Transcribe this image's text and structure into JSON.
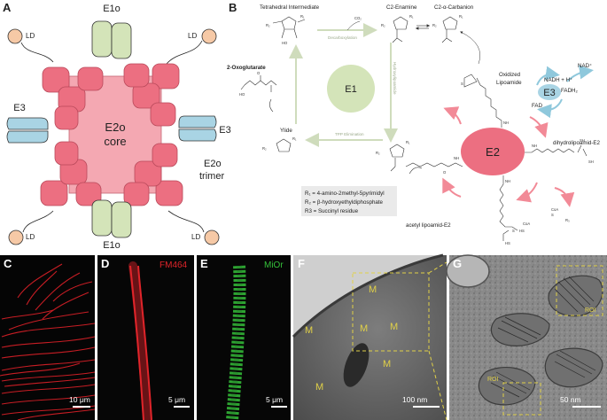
{
  "panels": {
    "a": {
      "letter": "A",
      "core_label_1": "E2o",
      "core_label_2": "core",
      "e1_label": "E1o",
      "e3_label": "E3",
      "lipoyl_label": "LD",
      "trimer_label_1": "E2o",
      "trimer_label_2": "trimer"
    },
    "b": {
      "letter": "B",
      "tetrahedral": "Tetrahedral Intermediate",
      "enamine": "C2-Enamine",
      "carbanion": "C2-α-Carbanion",
      "co2": "CO₂",
      "decarboxylation": "Decarboxylation",
      "oxoglutarate": "2-Oxoglutarate",
      "e1": "E1",
      "ylide": "Ylide",
      "tpp": "TPP Elimination",
      "hydroxylation": "Hydroxylipoamide",
      "oxidized_1": "Oxidized",
      "oxidized_2": "Lipoamide",
      "nadh": "NADH + H⁺",
      "nad": "NAD⁺",
      "fadh2": "FADH₂",
      "fad": "FAD",
      "e3": "E3",
      "e2": "E2",
      "dihydro": "dihydrolipoamid-E2",
      "acetyl": "acetyl lipoamid-E2",
      "legend": [
        "R₁ = 4-amino-2methyl-5pyrimidyl",
        "R₂ = β-hydroxyethyldiphosphate",
        "R3 = Succinyl residue"
      ],
      "r1": "R₁",
      "r2": "R₂",
      "r3": "R₃",
      "coa": "CoA",
      "hs": "HS",
      "sh": "SH",
      "s": "S",
      "n": "N",
      "o": "O",
      "oh": "HO",
      "nh": "NH"
    },
    "c": {
      "letter": "C",
      "scale": "10 μm"
    },
    "d": {
      "letter": "D",
      "stain": "FM464",
      "scale": "5 μm"
    },
    "e": {
      "letter": "E",
      "stain": "MiOr",
      "scale": "5 μm"
    },
    "f": {
      "letter": "F",
      "m": "M",
      "scale": "100 nm"
    },
    "g": {
      "letter": "G",
      "roi1": "ROI",
      "roi2": "ROI",
      "scale": "50 nm"
    }
  },
  "colors": {
    "e2_pink": "#ec6f81",
    "e1_green": "#d4e4b9",
    "e3_blue": "#a9d4e4",
    "core": "#f4a8b2",
    "ld": "#f6c9a6",
    "red_stain": "#e0242a",
    "green_stain": "#35c13a",
    "em_yellow": "#e0d048"
  }
}
